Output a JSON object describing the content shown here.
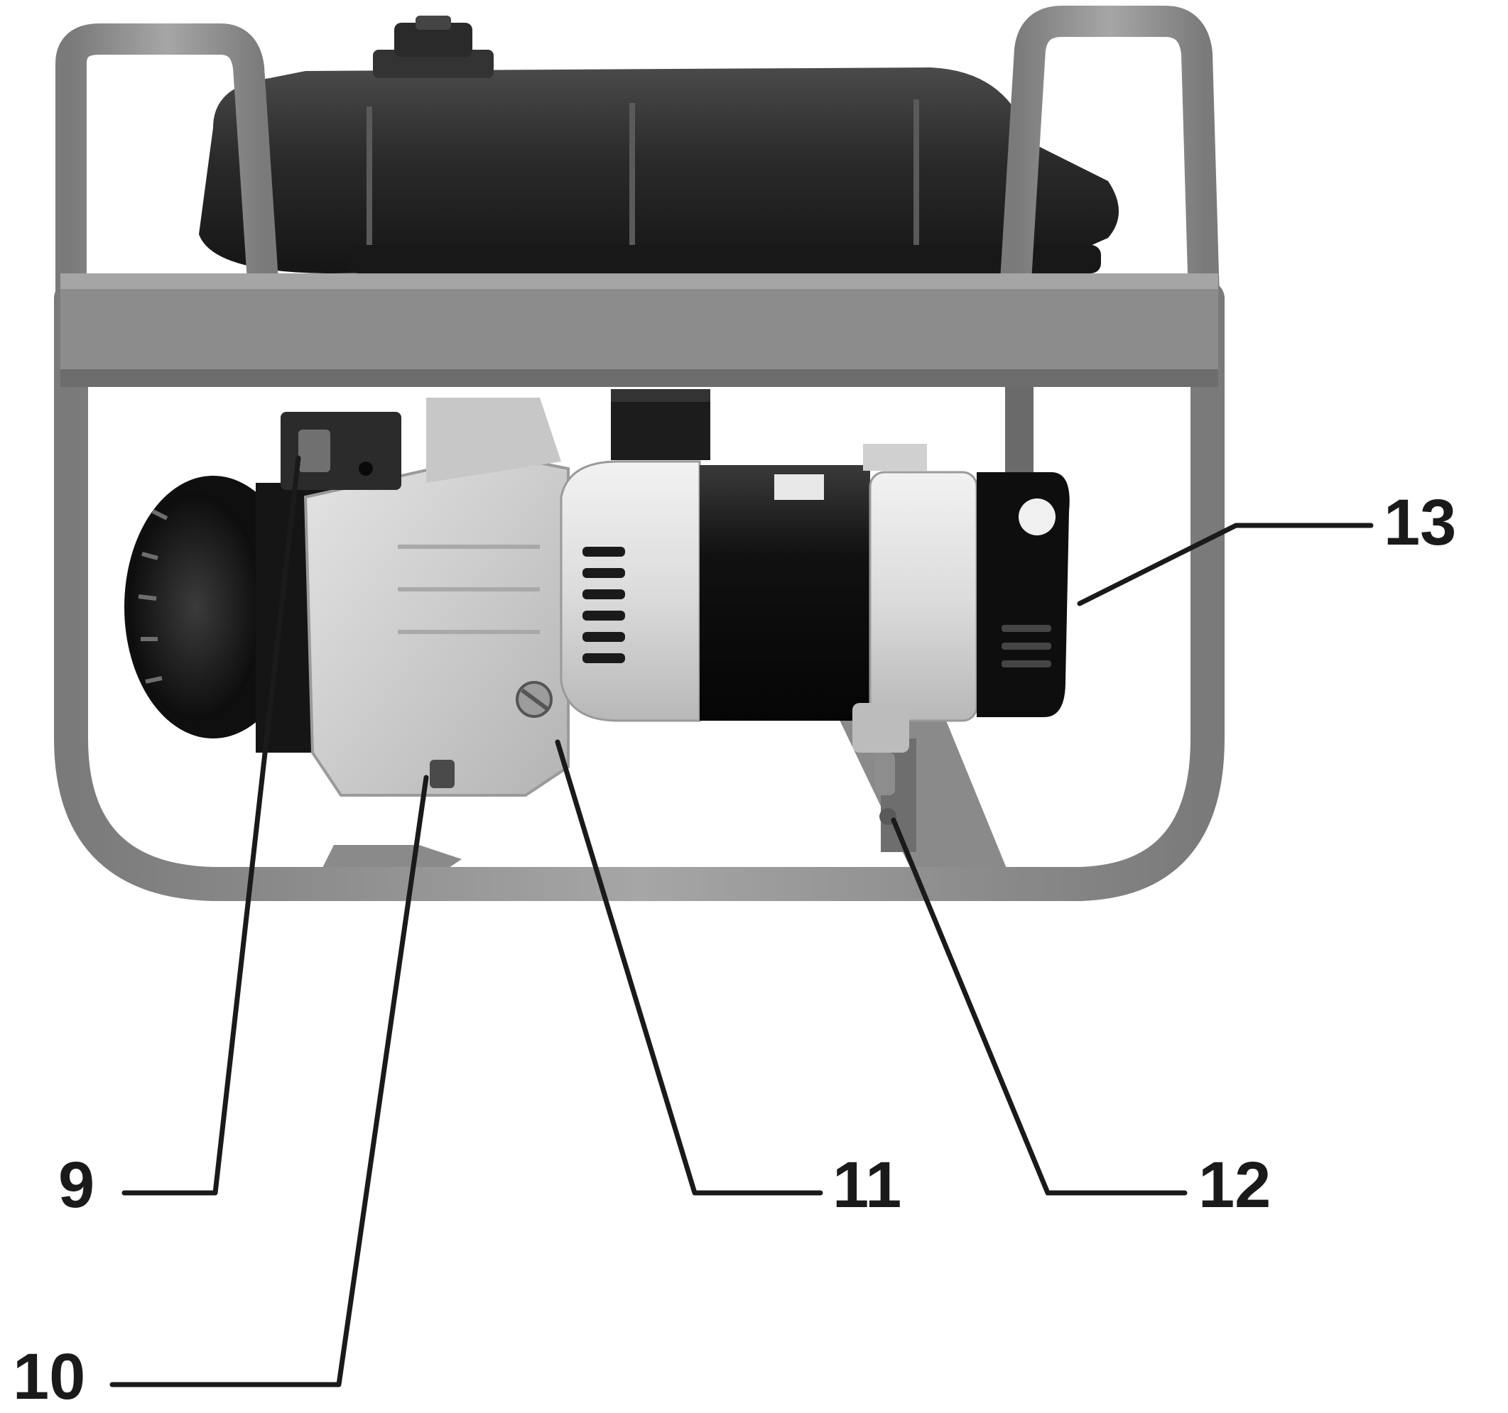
{
  "colors": {
    "frame": "#8c8c8c",
    "tank": "#262626",
    "engine_block": "#d4d4d4",
    "alternator_body": "#e6e6e6",
    "alternator_band": "#161616",
    "leader_line": "#1a1a1a",
    "background": "#ffffff"
  },
  "callouts": [
    {
      "id": "9",
      "label": "9",
      "target": "engine-switch"
    },
    {
      "id": "10",
      "label": "10",
      "target": "oil-drain-plug"
    },
    {
      "id": "11",
      "label": "11",
      "target": "oil-filler-cap"
    },
    {
      "id": "12",
      "label": "12",
      "target": "ground-terminal"
    },
    {
      "id": "13",
      "label": "13",
      "target": "alternator"
    }
  ]
}
